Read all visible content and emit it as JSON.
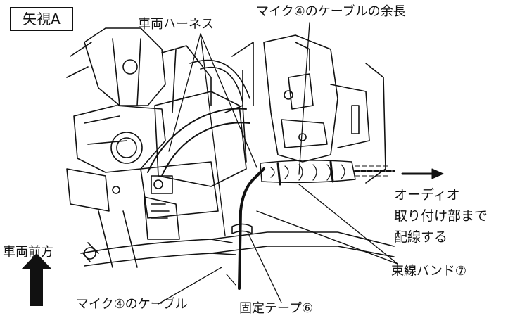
{
  "view_label": "矢視A",
  "labels": {
    "vehicle_harness": "車両ハーネス",
    "mic_cable_slack": "マイク④のケーブルの余長",
    "route_to_audio": [
      "オーディオ",
      "取り付け部まで",
      "配線する"
    ],
    "vehicle_front": "車両前方",
    "binding_band": "束線バンド⑦",
    "mic_cable": "マイク④のケーブル",
    "fixing_tape": "固定テープ⑥"
  },
  "colors": {
    "line": "#111111",
    "background": "#ffffff"
  }
}
